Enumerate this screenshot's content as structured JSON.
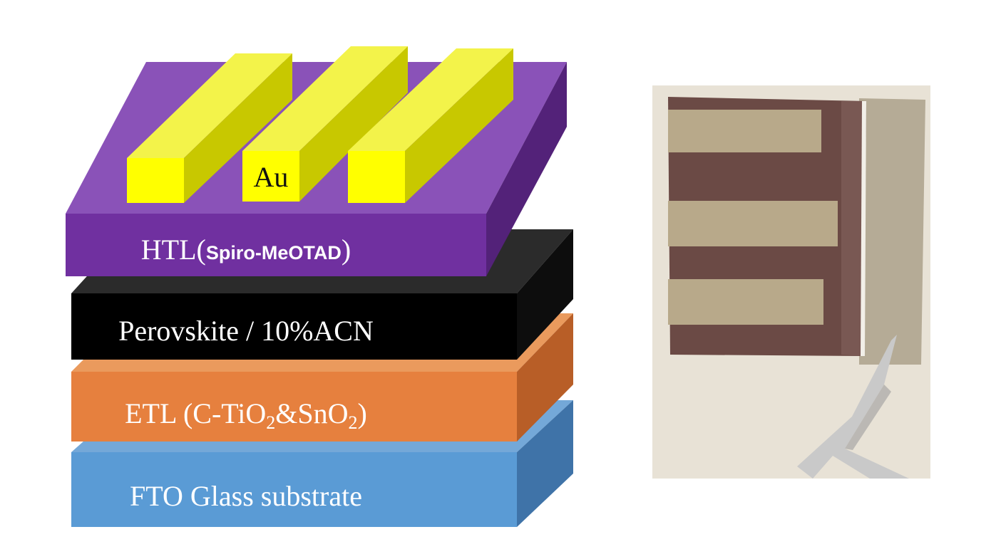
{
  "layers": {
    "fto": {
      "label": "FTO Glass substrate",
      "colors": {
        "top": "#74a8d8",
        "front": "#5a9bd5",
        "side": "#3f73a8"
      }
    },
    "etl": {
      "label_prefix": "ETL (C-TiO",
      "sub1": "2",
      "mid": "&SnO",
      "sub2": "2",
      "label_suffix": ")",
      "colors": {
        "top": "#ea9a5d",
        "front": "#e6803e",
        "side": "#b85e27"
      }
    },
    "perovskite": {
      "label": "Perovskite / 10%ACN",
      "colors": {
        "top": "#2b2b2b",
        "front": "#000000",
        "side": "#0d0d0d"
      }
    },
    "htl": {
      "label_prefix": "HTL(",
      "label_inner": "Spiro-MeOTAD",
      "label_suffix": ")",
      "colors": {
        "top": "#8a52b8",
        "front": "#7030a0",
        "side": "#532279"
      }
    },
    "au": {
      "label": "Au",
      "colors": {
        "top": "#f3f34a",
        "front": "#ffff00",
        "side": "#c8c800"
      }
    }
  },
  "photo": {
    "description_icon": "device-photo",
    "colors": {
      "background": "#e8e2d6",
      "glass": "#6b4a45",
      "stripe": "#b8a98a",
      "tweezers": "#c9c9c9"
    }
  }
}
